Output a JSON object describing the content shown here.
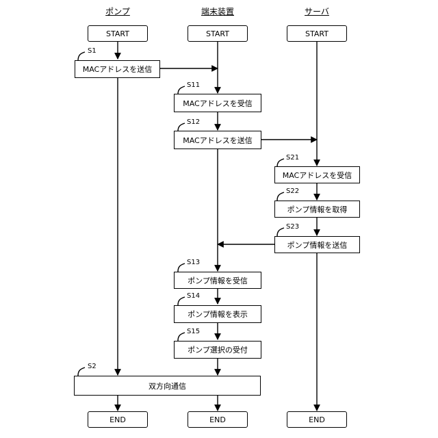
{
  "lanes": {
    "pump": "ポンプ",
    "terminal": "端末装置",
    "server": "サーバ"
  },
  "terminals": {
    "start": "START",
    "end": "END"
  },
  "steps": {
    "s1": {
      "id": "S1",
      "label": "MACアドレスを送信"
    },
    "s11": {
      "id": "S11",
      "label": "MACアドレスを受信"
    },
    "s12": {
      "id": "S12",
      "label": "MACアドレスを送信"
    },
    "s21": {
      "id": "S21",
      "label": "MACアドレスを受信"
    },
    "s22": {
      "id": "S22",
      "label": "ポンプ情報を取得"
    },
    "s23": {
      "id": "S23",
      "label": "ポンプ情報を送信"
    },
    "s13": {
      "id": "S13",
      "label": "ポンプ情報を受信"
    },
    "s14": {
      "id": "S14",
      "label": "ポンプ情報を表示"
    },
    "s15": {
      "id": "S15",
      "label": "ポンプ選択の受付"
    },
    "s2": {
      "id": "S2",
      "label": "双方向通信"
    }
  }
}
